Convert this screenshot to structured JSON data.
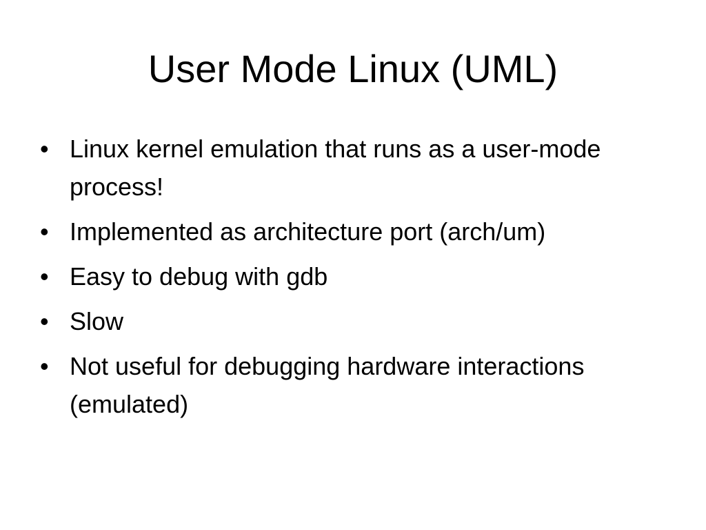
{
  "slide": {
    "title": "User Mode Linux (UML)",
    "bullet_symbol": "•",
    "bullets": [
      "Linux kernel emulation that runs as a user-mode process!",
      "Implemented as architecture port (arch/um)",
      "Easy to debug with gdb",
      "Slow",
      "Not useful for debugging hardware interactions (emulated)"
    ]
  }
}
